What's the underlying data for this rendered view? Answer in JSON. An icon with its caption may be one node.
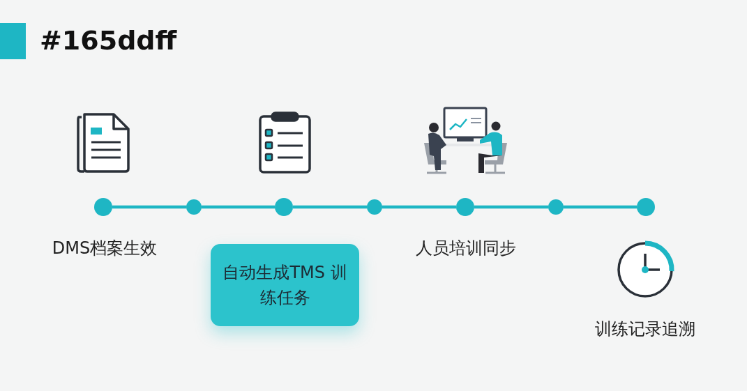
{
  "diagram": {
    "title": "#165ddff",
    "nodes": [
      {
        "text": [],
        "shape": "circle"
      },
      {
        "text": [],
        "shape": "circle"
      },
      {
        "text": [],
        "shape": "circle"
      },
      {
        "text": [],
        "shape": "circle"
      },
      {
        "text": [],
        "shape": "circle"
      },
      {
        "text": [],
        "shape": "circle"
      },
      {
        "text": [],
        "shape": "circle"
      },
      {
        "text": [
          "自动生成TMS 训练任务"
        ]
      }
    ],
    "edges": [
      {
        "from": 0,
        "to": 1,
        "arrow": "none"
      },
      {
        "from": 1,
        "to": 2,
        "arrow": "none"
      },
      {
        "from": 2,
        "to": 3,
        "arrow": "none"
      },
      {
        "from": 3,
        "to": 4,
        "arrow": "none"
      },
      {
        "from": 4,
        "to": 5,
        "arrow": "none"
      },
      {
        "from": 5,
        "to": 6,
        "arrow": "none"
      }
    ],
    "labels": [
      "DMS档案生效",
      "人员培训同步",
      "训练记录追溯"
    ]
  }
}
